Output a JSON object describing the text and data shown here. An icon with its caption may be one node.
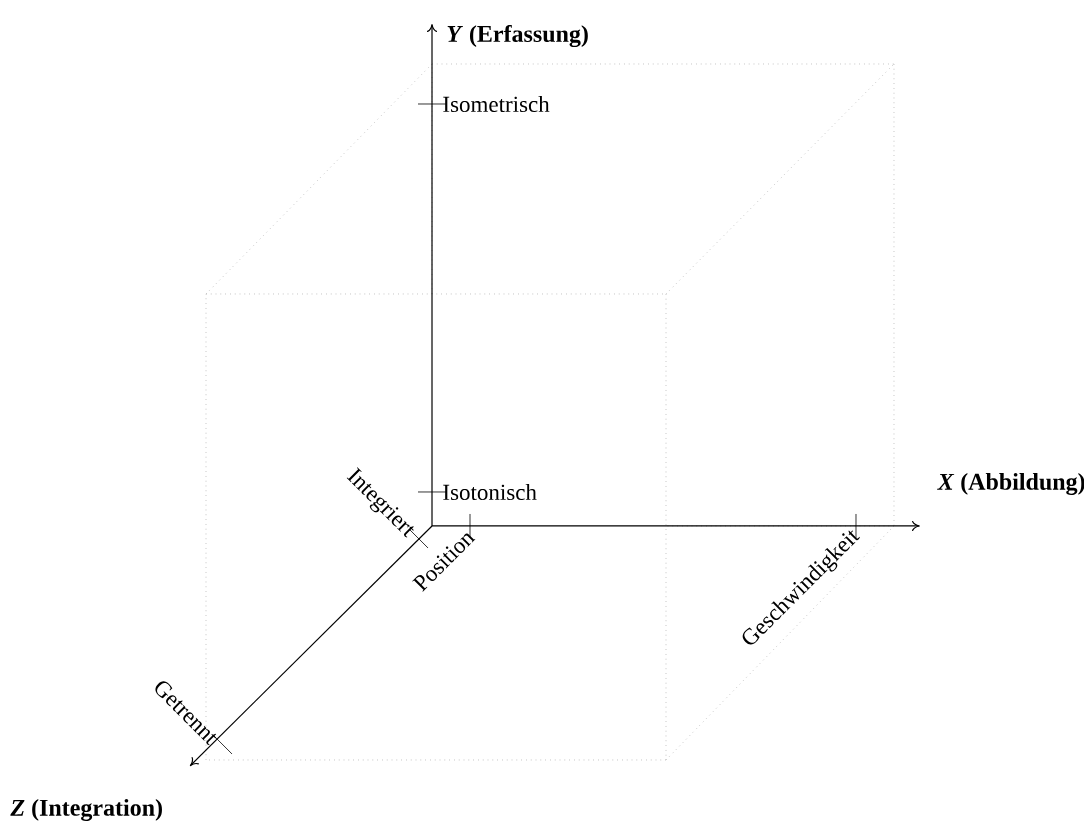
{
  "diagram": {
    "labels": [
      "*Y* (Erfassung)",
      "Isometrisch",
      "Integriert",
      "Isotonisch",
      "*X* (Abbildung)",
      "Getrennt",
      "Position",
      "Geschwindigkeit",
      "*Z* (Integration)"
    ]
  }
}
